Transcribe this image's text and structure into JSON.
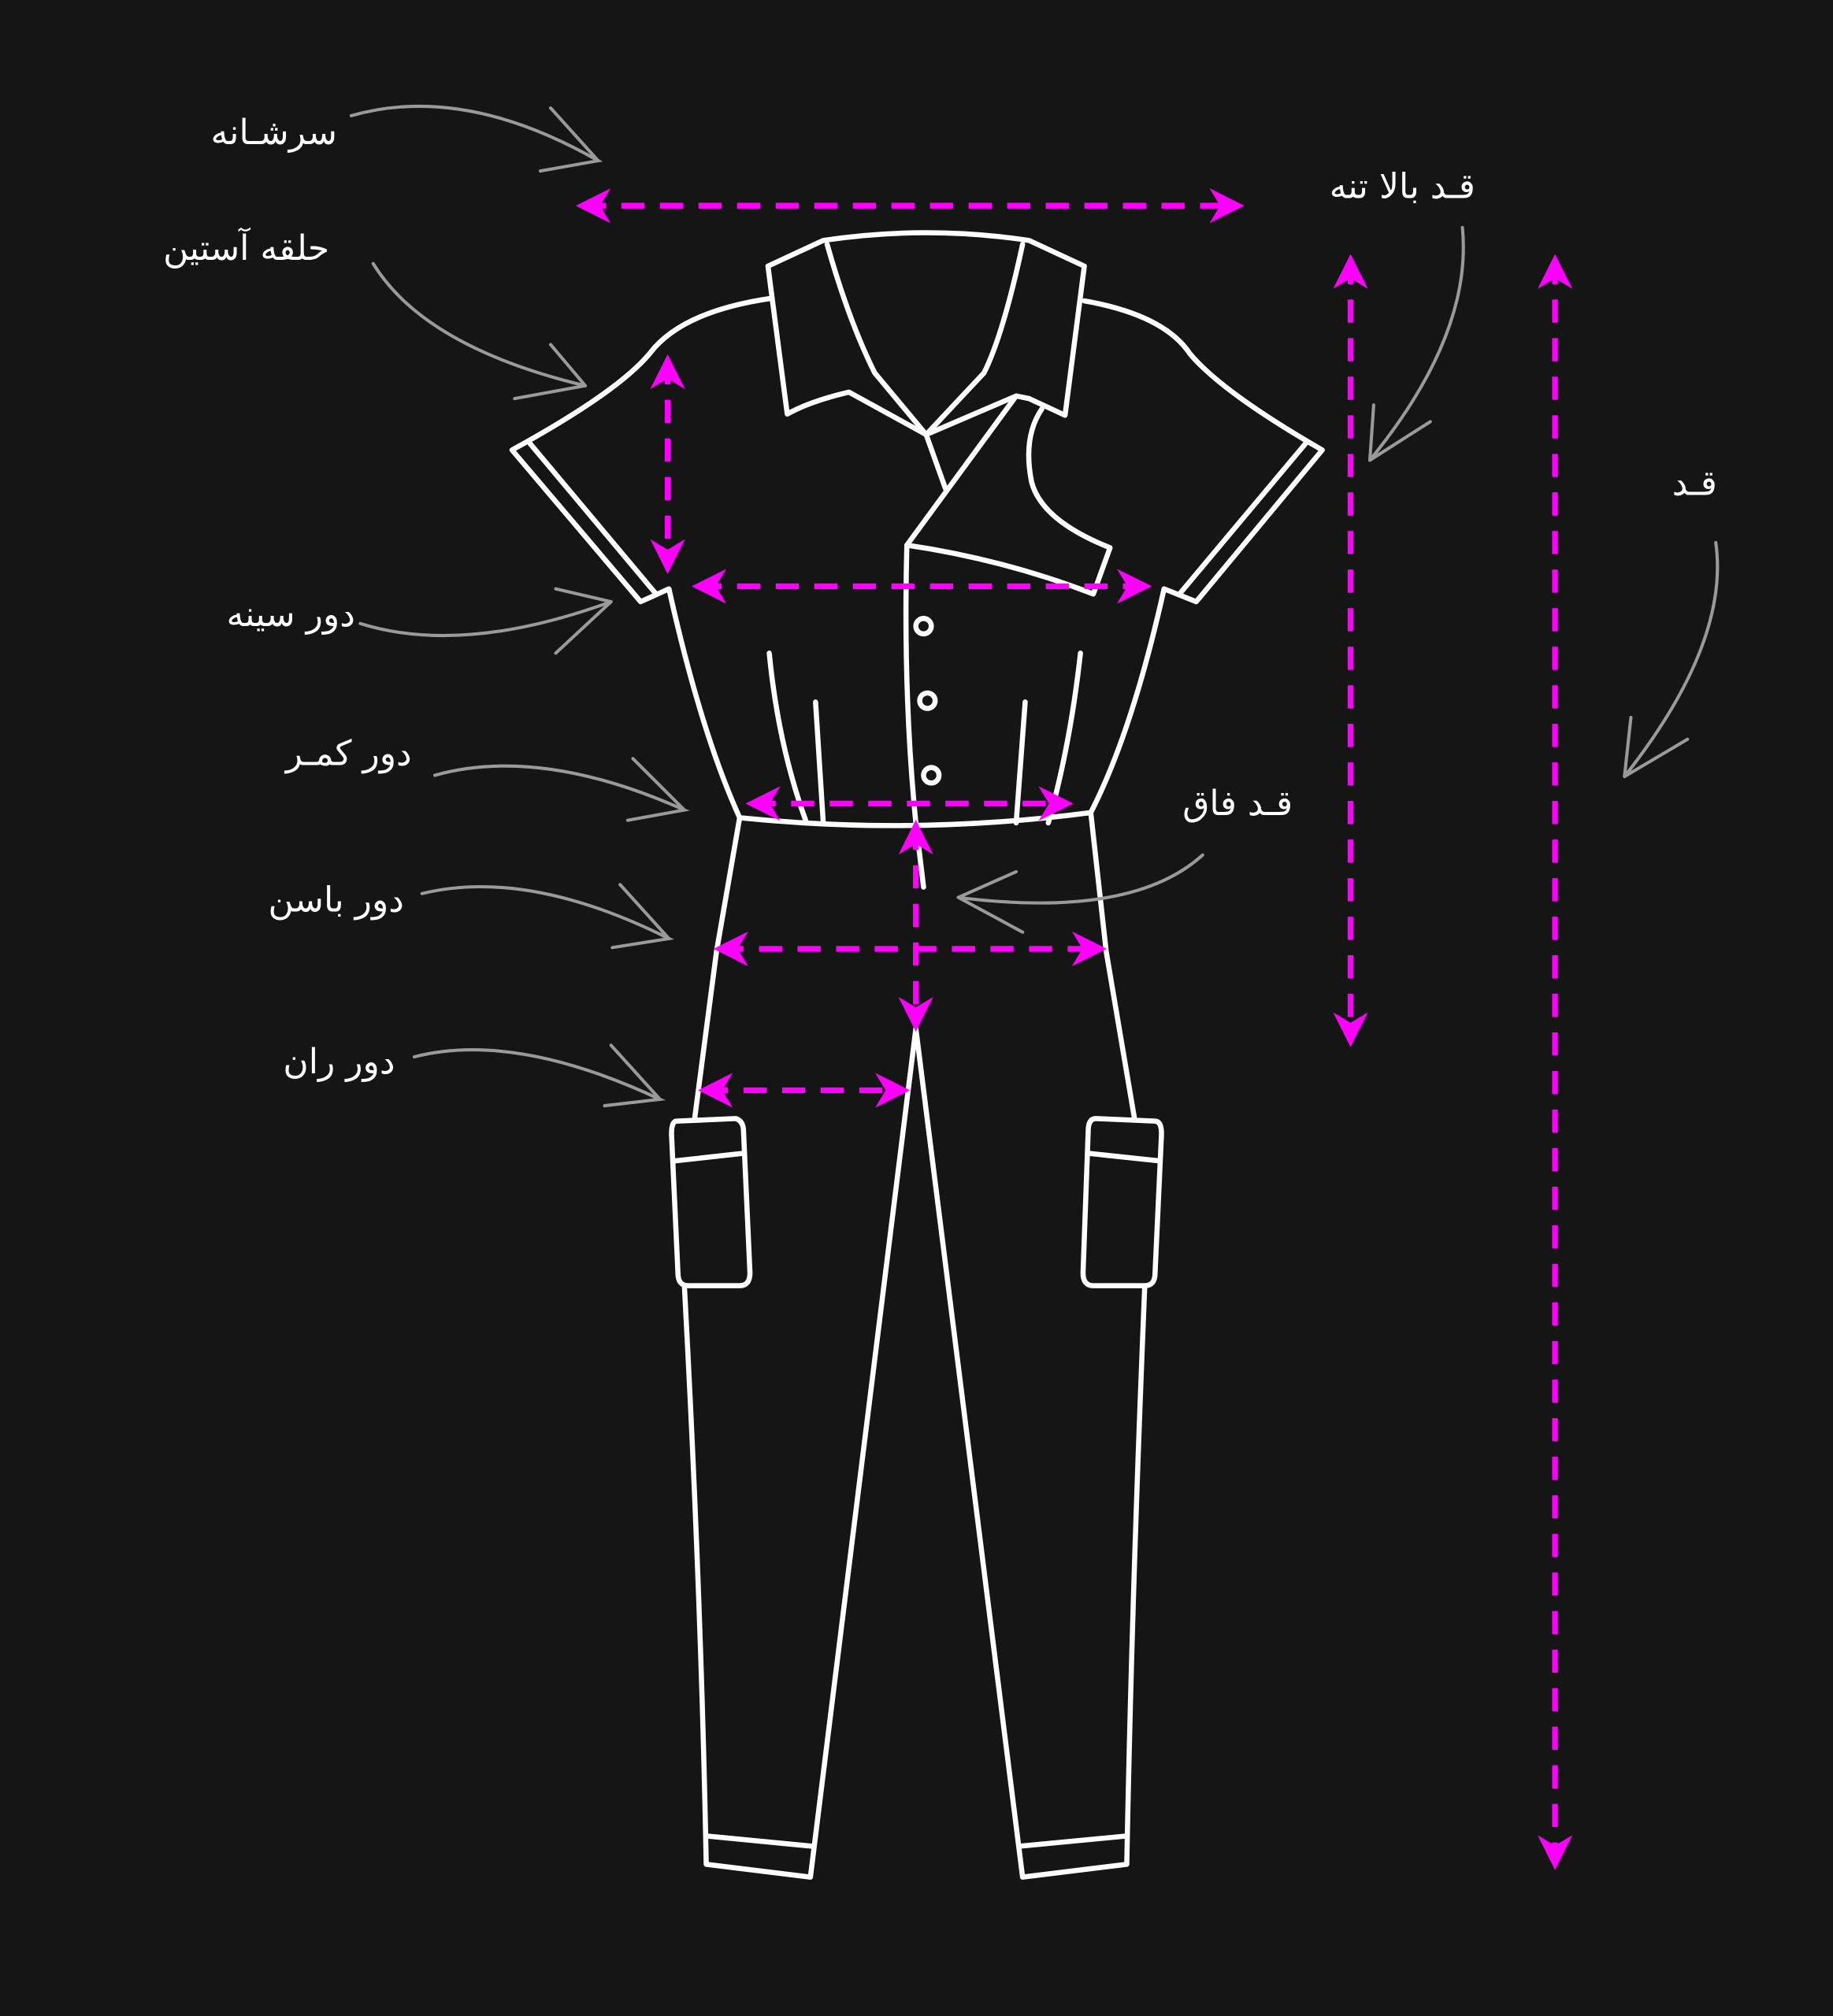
{
  "colors": {
    "background": "#151515",
    "measure": "#ff00ff",
    "outline": "#ffffff",
    "pointer": "#9a9a9a"
  },
  "labels": {
    "shoulder": "سرشـانه",
    "armhole": "حلقه آستین",
    "chest": "دور سینه",
    "waist": "دور کمـر",
    "hip": "دور باسن",
    "thigh": "دور ران",
    "upper_body_length": "قـد بالا تنه",
    "total_length": "قـد",
    "crotch_length": "قـد فاق"
  }
}
